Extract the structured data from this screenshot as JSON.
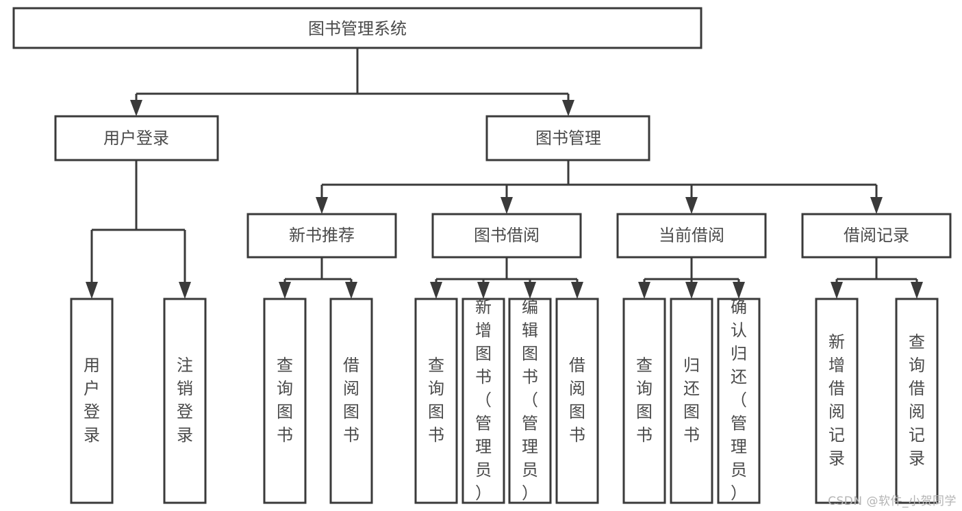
{
  "diagram": {
    "type": "tree",
    "title": "图书管理系统",
    "root": {
      "id": "root",
      "label": "图书管理系统",
      "orientation": "horizontal"
    },
    "level2": [
      {
        "id": "user-login",
        "label": "用户登录",
        "orientation": "horizontal"
      },
      {
        "id": "book-manage",
        "label": "图书管理",
        "orientation": "horizontal"
      }
    ],
    "level3": [
      {
        "id": "new-book-recommend",
        "label": "新书推荐",
        "parent": "book-manage",
        "orientation": "horizontal"
      },
      {
        "id": "book-borrow",
        "label": "图书借阅",
        "parent": "book-manage",
        "orientation": "horizontal"
      },
      {
        "id": "current-borrow",
        "label": "当前借阅",
        "parent": "book-manage",
        "orientation": "horizontal"
      },
      {
        "id": "borrow-record",
        "label": "借阅记录",
        "parent": "book-manage",
        "orientation": "horizontal"
      }
    ],
    "leaves": [
      {
        "id": "leaf-user-login",
        "label": "用户登录",
        "parent": "user-login",
        "orientation": "vertical"
      },
      {
        "id": "leaf-user-logout",
        "label": "注销登录",
        "parent": "user-login",
        "orientation": "vertical"
      },
      {
        "id": "leaf-query-book-1",
        "label": "查询图书",
        "parent": "new-book-recommend",
        "orientation": "vertical"
      },
      {
        "id": "leaf-borrow-book-1",
        "label": "借阅图书",
        "parent": "new-book-recommend",
        "orientation": "vertical"
      },
      {
        "id": "leaf-query-book-2",
        "label": "查询图书",
        "parent": "book-borrow",
        "orientation": "vertical"
      },
      {
        "id": "leaf-add-book",
        "label": "新增图书（管理员）",
        "parent": "book-borrow",
        "orientation": "vertical"
      },
      {
        "id": "leaf-edit-book",
        "label": "编辑图书（管理员）",
        "parent": "book-borrow",
        "orientation": "vertical"
      },
      {
        "id": "leaf-borrow-book-2",
        "label": "借阅图书",
        "parent": "book-borrow",
        "orientation": "vertical"
      },
      {
        "id": "leaf-query-book-3",
        "label": "查询图书",
        "parent": "current-borrow",
        "orientation": "vertical"
      },
      {
        "id": "leaf-return-book",
        "label": "归还图书",
        "parent": "current-borrow",
        "orientation": "vertical"
      },
      {
        "id": "leaf-confirm-return",
        "label": "确认归还（管理员）",
        "parent": "current-borrow",
        "orientation": "vertical"
      },
      {
        "id": "leaf-add-record",
        "label": "新增借阅记录",
        "parent": "borrow-record",
        "orientation": "vertical"
      },
      {
        "id": "leaf-query-record",
        "label": "查询借阅记录",
        "parent": "borrow-record",
        "orientation": "vertical"
      }
    ],
    "colors": {
      "box_stroke": "#3a3a3a",
      "box_fill": "#ffffff",
      "text": "#4a4a4a",
      "connector": "#3a3a3a",
      "background": "#ffffff",
      "watermark": "#b4b4b4"
    }
  },
  "watermark": {
    "text": "CSDN @软件_小贺同学"
  }
}
